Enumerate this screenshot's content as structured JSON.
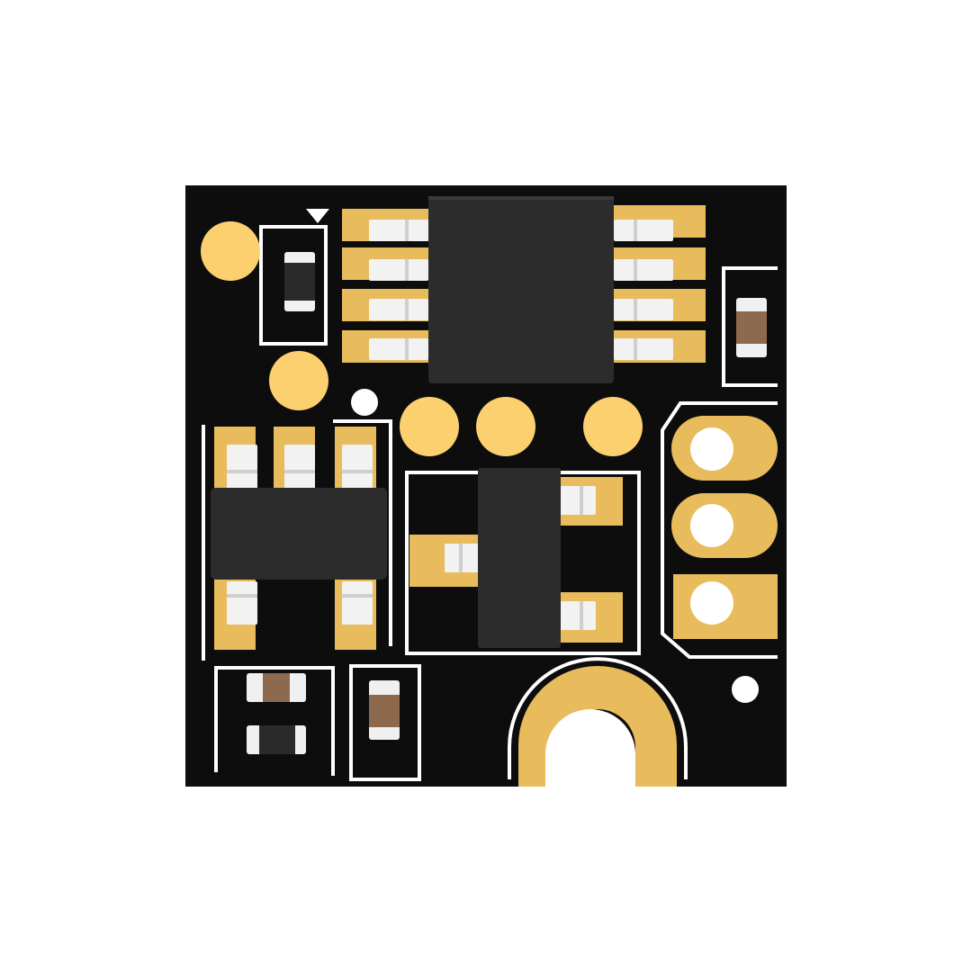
{
  "scene": {
    "subject": "pcb-module",
    "colors": {
      "background": "#ffffff",
      "board": "#0d0d0d",
      "copper_gold": "#e8bc5c",
      "pad_round": "#fdd06f",
      "silkscreen": "#ffffff",
      "ic_body": "#2c2c2c",
      "terminal": "#f0f0f0",
      "resistor_body": "#8d6a4d",
      "mounting_hole": "#ffffff"
    },
    "components": [
      {
        "ref": "ic-soic8",
        "icon": "soic8-chip"
      },
      {
        "ref": "ic-sot23-6",
        "icon": "sot23-chip"
      },
      {
        "ref": "ic-sot223",
        "icon": "sot223-regulator"
      },
      {
        "ref": "resistor",
        "icon": "smd-resistor"
      },
      {
        "ref": "capacitor",
        "icon": "smd-capacitor"
      },
      {
        "ref": "header-3pin",
        "icon": "through-hole-header"
      }
    ]
  }
}
